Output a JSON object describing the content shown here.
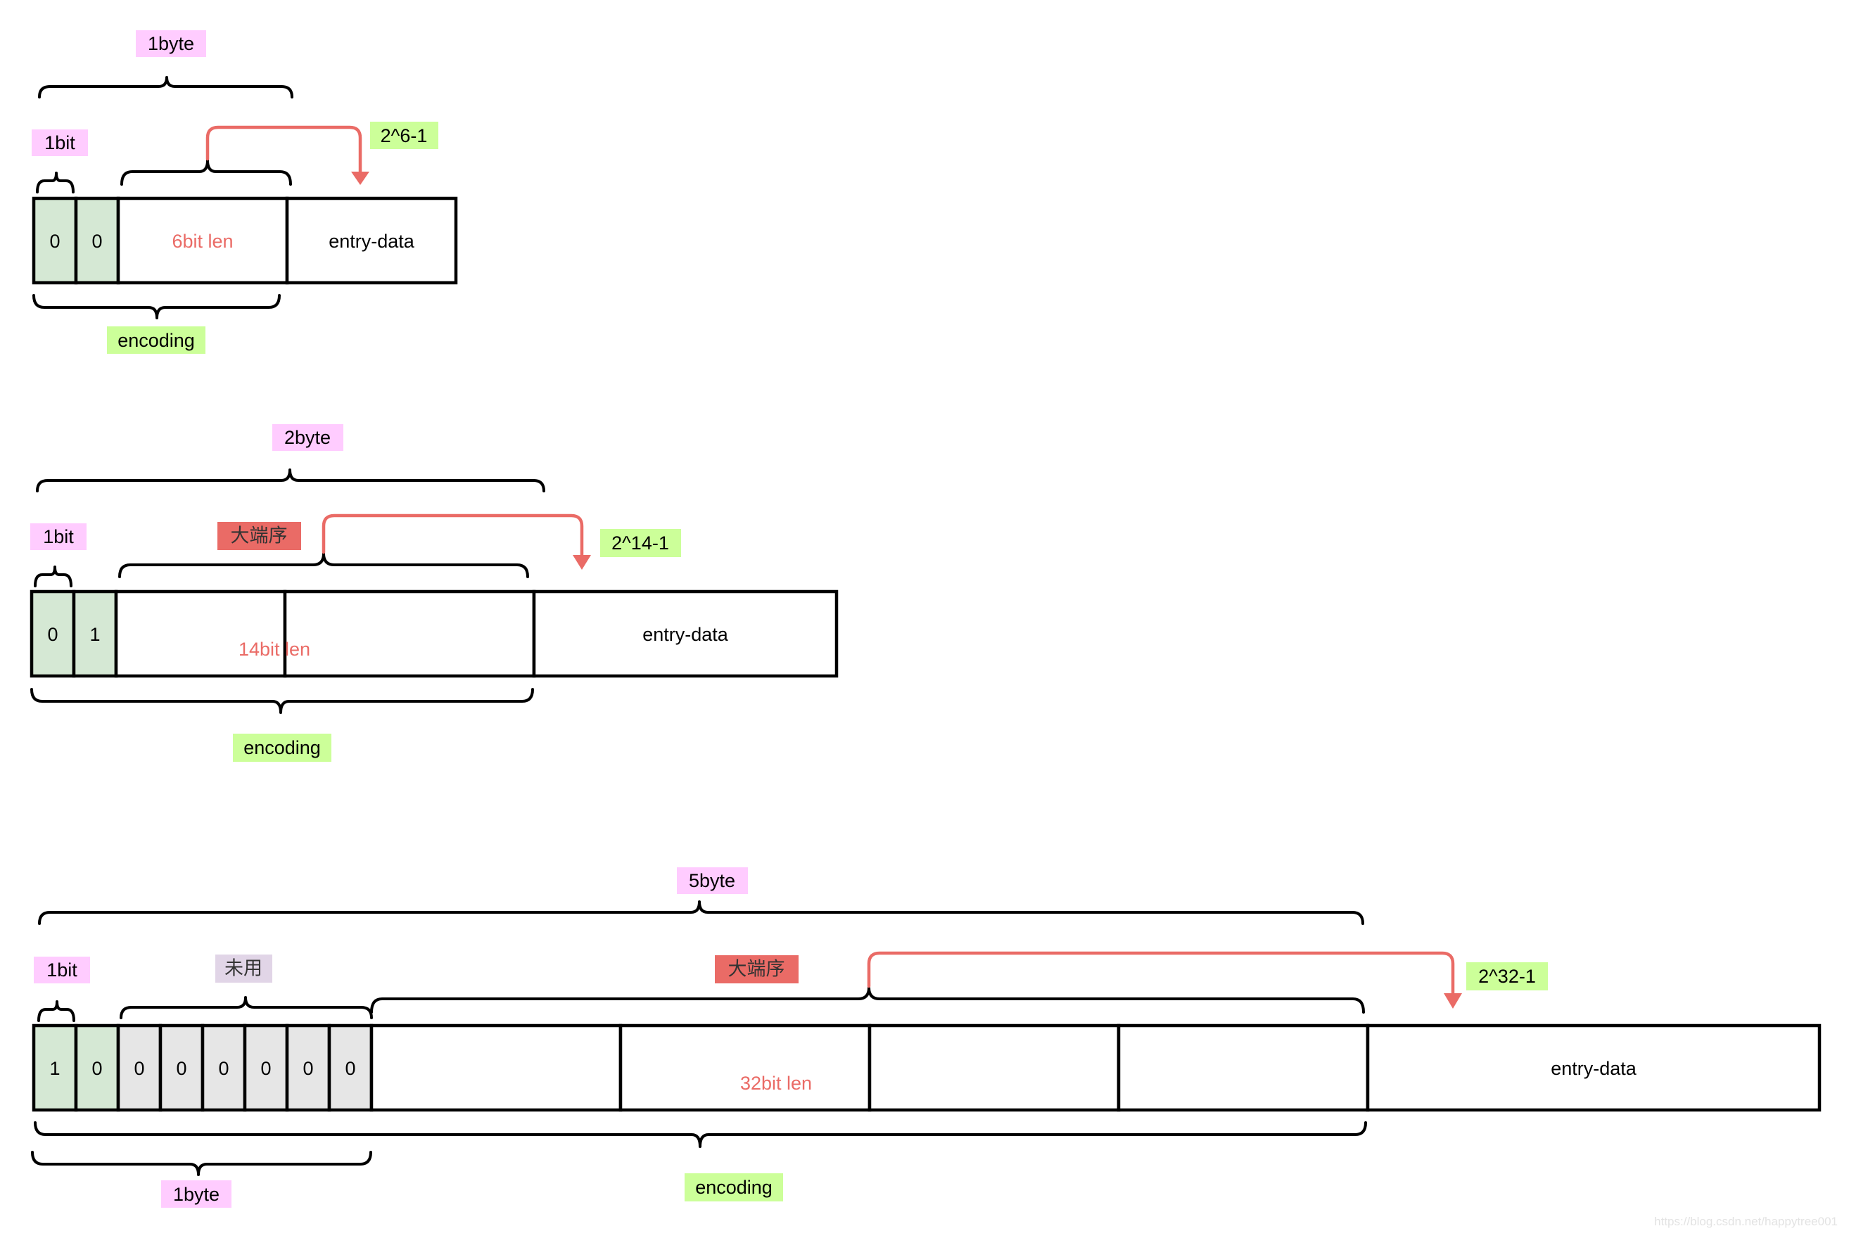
{
  "colors": {
    "pink": "#FFCCFF",
    "green_label": "#CCFF99",
    "red_label": "#EA6B66",
    "purple_label": "#E1D5E7",
    "green_cell": "#D5E8D4",
    "gray_cell": "#E6E6E6",
    "accent_red": "#EA6B66"
  },
  "diagram1": {
    "byte_label": "1byte",
    "bit_label": "1bit",
    "max_label": "2^6-1",
    "bits": [
      "0",
      "0"
    ],
    "len_label": "6bit len",
    "data_label": "entry-data",
    "encoding_label": "encoding"
  },
  "diagram2": {
    "byte_label": "2byte",
    "bit_label": "1bit",
    "endian_label": "大端序",
    "max_label": "2^14-1",
    "bits": [
      "0",
      "1"
    ],
    "len_label": "14bit len",
    "data_label": "entry-data",
    "encoding_label": "encoding"
  },
  "diagram3": {
    "byte_label": "5byte",
    "bit_label": "1bit",
    "unused_label": "未用",
    "endian_label": "大端序",
    "max_label": "2^32-1",
    "bits": [
      "1",
      "0"
    ],
    "unused_bits": [
      "0",
      "0",
      "0",
      "0",
      "0",
      "0"
    ],
    "len_label": "32bit len",
    "data_label": "entry-data",
    "encoding_label": "encoding",
    "first_byte_label": "1byte"
  },
  "watermark": "https://blog.csdn.net/happytree001"
}
